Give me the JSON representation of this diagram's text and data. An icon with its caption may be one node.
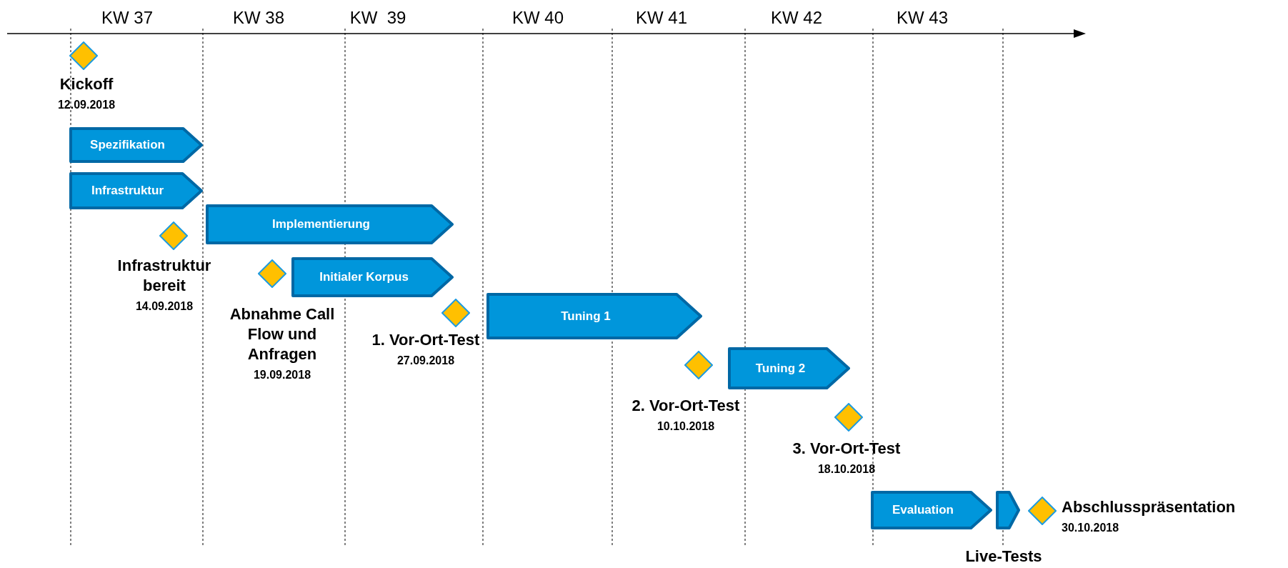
{
  "diagram": {
    "nodes": [
      {
        "text": [],
        "shape": "diamond",
        "beside": [
          "Kickoff",
          "12.09.2018"
        ]
      },
      {
        "text": [
          "Spezifikation"
        ]
      },
      {
        "text": [
          "Infrastruktur"
        ]
      },
      {
        "text": [
          "Implementierung"
        ]
      },
      {
        "text": [],
        "shape": "diamond",
        "beside": [
          "Infrastruktur bereit",
          "14.09.2018"
        ]
      },
      {
        "text": [
          "Initialer Korpus"
        ]
      },
      {
        "text": [],
        "shape": "diamond",
        "beside": [
          "Abnahme Call Flow und Anfragen",
          "19.09.2018"
        ]
      },
      {
        "text": [],
        "shape": "diamond",
        "beside": [
          "1. Vor-Ort-Test",
          "27.09.2018"
        ]
      },
      {
        "text": [
          "Tuning 1"
        ]
      },
      {
        "text": [],
        "shape": "diamond",
        "beside": [
          "2. Vor-Ort-Test",
          "10.10.2018"
        ]
      },
      {
        "text": [
          "Tuning 2"
        ]
      },
      {
        "text": [],
        "shape": "diamond",
        "beside": [
          "3. Vor-Ort-Test",
          "18.10.2018"
        ]
      },
      {
        "text": [
          "Evaluation"
        ]
      },
      {
        "text": [],
        "shape": "chevron",
        "beside": [
          "Live-Tests"
        ]
      },
      {
        "text": [],
        "shape": "diamond",
        "beside": [
          "Abschlusspräsentation",
          "30.10.2018"
        ]
      }
    ],
    "labels": [
      "KW 37",
      "KW 38",
      "KW  39",
      "KW 40",
      "KW 41",
      "KW 42",
      "KW 43"
    ]
  }
}
